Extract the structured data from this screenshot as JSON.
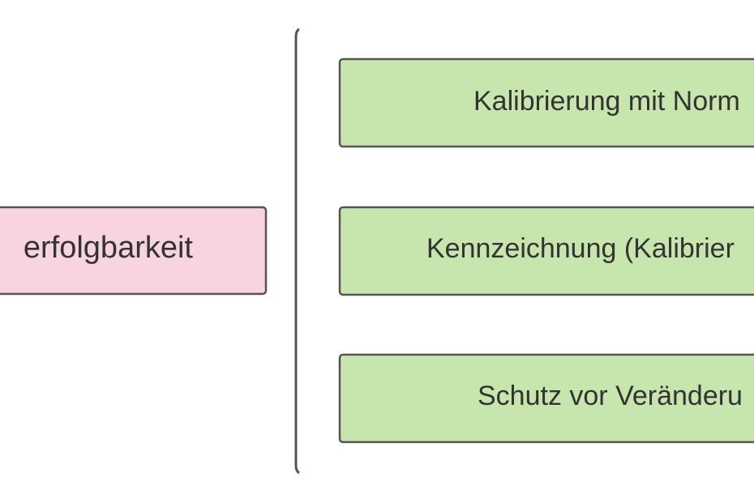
{
  "diagram": {
    "root": {
      "label": "erfolgbarkeit",
      "fill": "#f8d3e0",
      "stroke": "#555555"
    },
    "branches": [
      {
        "label": "Kalibrierung mit Norm"
      },
      {
        "label": "Kennzeichnung (Kalibrier"
      },
      {
        "label": "Schutz vor Veränderu"
      }
    ],
    "branch_fill": "#c7e6ad",
    "branch_stroke": "#555555",
    "divider_color": "#555555",
    "text_color": "#333333"
  }
}
